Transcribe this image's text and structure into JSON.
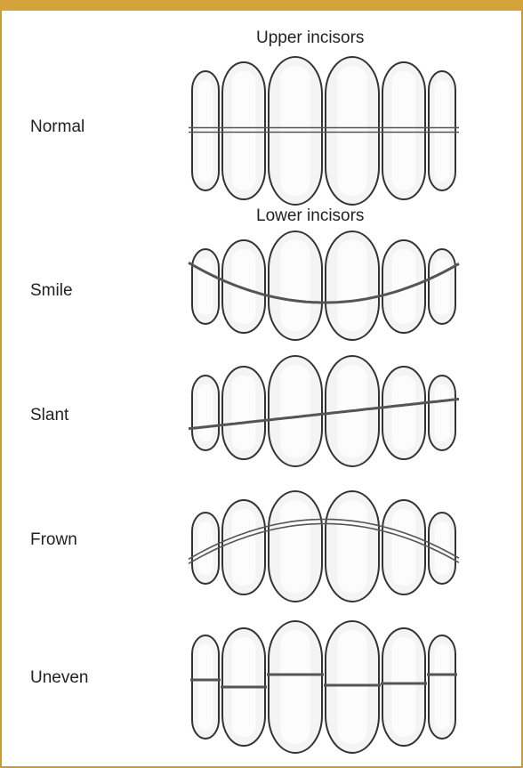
{
  "diagram": {
    "upper_caption": "Upper incisors",
    "lower_caption": "Lower incisors",
    "rows": [
      {
        "label": "Normal",
        "occlusion": "straight"
      },
      {
        "label": "Smile",
        "occlusion": "upward-curve"
      },
      {
        "label": "Slant",
        "occlusion": "diagonal"
      },
      {
        "label": "Frown",
        "occlusion": "downward-curve"
      },
      {
        "label": "Uneven",
        "occlusion": "stepped"
      }
    ],
    "colors": {
      "frame": "#c99a3a",
      "header": "#d4a23a",
      "tooth_fill": "#f4f4f4",
      "tooth_outline": "#333333",
      "occlusion_line": "#555555"
    }
  }
}
